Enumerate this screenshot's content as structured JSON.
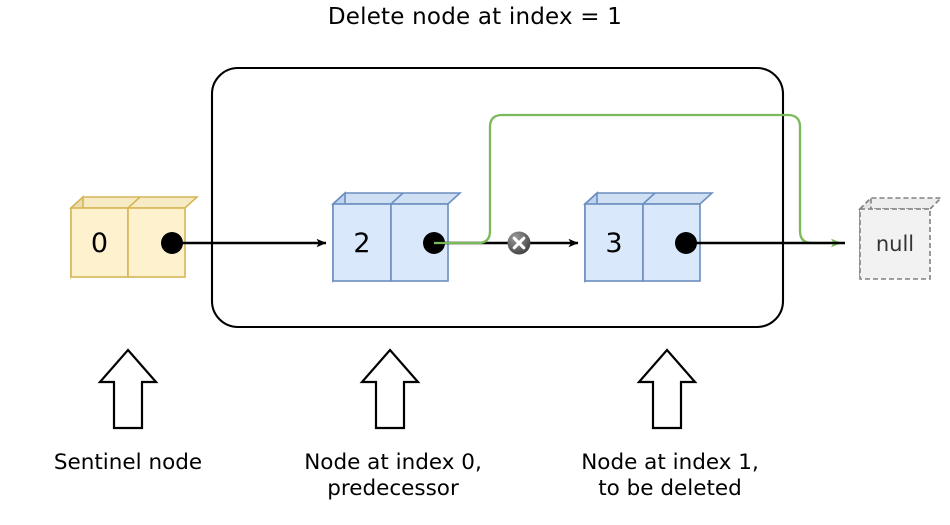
{
  "title": "Delete node at index = 1",
  "colors": {
    "sentinel_fill": "#fdf2cd",
    "sentinel_fill_top": "#f6ebc4",
    "sentinel_fill_side": "#eadfb4",
    "sentinel_stroke": "#d6b656",
    "node_fill": "#dae8fc",
    "node_fill_top": "#cfe0f5",
    "node_fill_side": "#bed3ef",
    "node_stroke": "#6c8ebf",
    "null_fill": "#f2f2f2",
    "null_fill_side": "#e4e4e4",
    "null_stroke": "#808080",
    "pointer_dot": "#000000",
    "link_line": "#000000",
    "reroute_green": "#7aba5a",
    "group_box": "#000000",
    "cut_marker": "#5a5a5a"
  },
  "nodes": [
    {
      "id": "sentinel",
      "value": "0",
      "kind": "sentinel",
      "pointer": "dot"
    },
    {
      "id": "node0",
      "value": "2",
      "kind": "normal",
      "pointer": "dot"
    },
    {
      "id": "node1",
      "value": "3",
      "kind": "normal",
      "pointer": "dot"
    },
    {
      "id": "terminator",
      "value": "null",
      "kind": "null",
      "pointer": "none"
    }
  ],
  "group_box": {
    "label": "list-body-group"
  },
  "cut_marker": {
    "label": "x",
    "between": [
      "node0",
      "node1"
    ]
  },
  "reroute": {
    "from": "node0",
    "to": "terminator",
    "color": "#7aba5a"
  },
  "captions": [
    {
      "id": "sentinel",
      "lines": [
        "Sentinel node"
      ]
    },
    {
      "id": "node0",
      "lines": [
        "Node at index 0,",
        "predecessor"
      ]
    },
    {
      "id": "node1",
      "lines": [
        "Node at index 1,",
        "to be deleted"
      ]
    }
  ]
}
